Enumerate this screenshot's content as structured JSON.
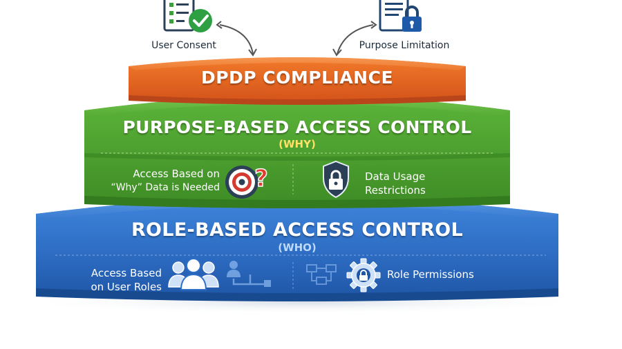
{
  "top_items": {
    "consent": {
      "label": "User Consent",
      "icon": "checklist-check-icon"
    },
    "purpose": {
      "label": "Purpose Limitation",
      "icon": "document-lock-icon"
    }
  },
  "dpdp_layer": {
    "title": "DPDP COMPLIANCE",
    "color": "#e8621c"
  },
  "pbac_layer": {
    "title": "PURPOSE-BASED ACCESS CONTROL",
    "subtitle": "(WHY)",
    "color": "#4fa52f",
    "features": [
      {
        "label_line1": "Access Based on",
        "label_line2": "“Why” Data is Needed",
        "icon": "target-question-icon"
      },
      {
        "label_line1": "Data Usage",
        "label_line2": "Restrictions",
        "icon": "shield-lock-icon"
      }
    ]
  },
  "rbac_layer": {
    "title": "ROLE-BASED ACCESS CONTROL",
    "subtitle": "(WHO)",
    "color": "#2f6fc6",
    "features": [
      {
        "label_line1": "Access Based",
        "label_line2": "on User Roles",
        "icon": "users-group-icon"
      },
      {
        "label_line1": "Role Permissions",
        "icon": "gear-lock-icon"
      }
    ]
  }
}
